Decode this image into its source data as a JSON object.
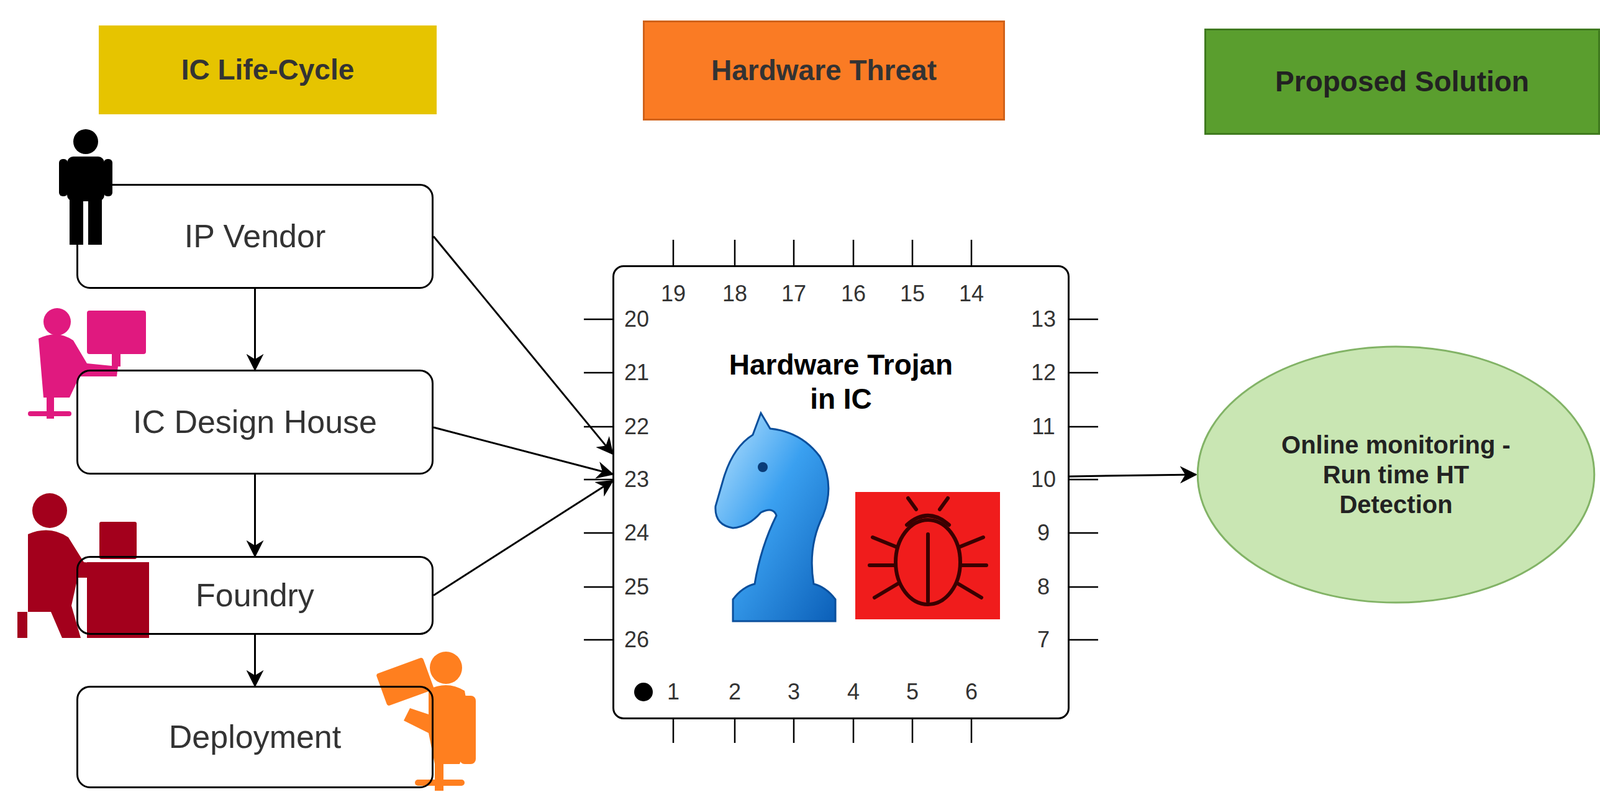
{
  "diagram": {
    "nodes": [
      {
        "text": [
          "IC Life-Cycle"
        ]
      },
      {
        "text": [
          "Hardware Threat"
        ]
      },
      {
        "text": [
          "Proposed Solution"
        ]
      },
      {
        "text": [
          "IP Vendor"
        ]
      },
      {
        "text": [
          "IC Design House"
        ]
      },
      {
        "text": [
          "Foundry"
        ]
      },
      {
        "text": [
          "Deployment"
        ]
      },
      {
        "text": [
          "Hardware Trojan in IC"
        ]
      },
      {
        "text": [
          "Online monitoring - Run time HT Detection"
        ]
      }
    ],
    "edges": [
      {
        "from": 3,
        "to": 4,
        "arrow": "to"
      },
      {
        "from": 4,
        "to": 5,
        "arrow": "to"
      },
      {
        "from": 5,
        "to": 6,
        "arrow": "to"
      },
      {
        "from": 3,
        "to": 7,
        "arrow": "to"
      },
      {
        "from": 4,
        "to": 7,
        "arrow": "to"
      },
      {
        "from": 5,
        "to": 7,
        "arrow": "to"
      },
      {
        "from": 7,
        "to": 8,
        "arrow": "to"
      }
    ],
    "labels": [
      "19",
      "18",
      "17",
      "16",
      "15",
      "14",
      "20",
      "21",
      "22",
      "23",
      "24",
      "25",
      "26",
      "13",
      "12",
      "11",
      "10",
      "9",
      "8",
      "7",
      "1",
      "2",
      "3",
      "4",
      "5",
      "6"
    ]
  }
}
